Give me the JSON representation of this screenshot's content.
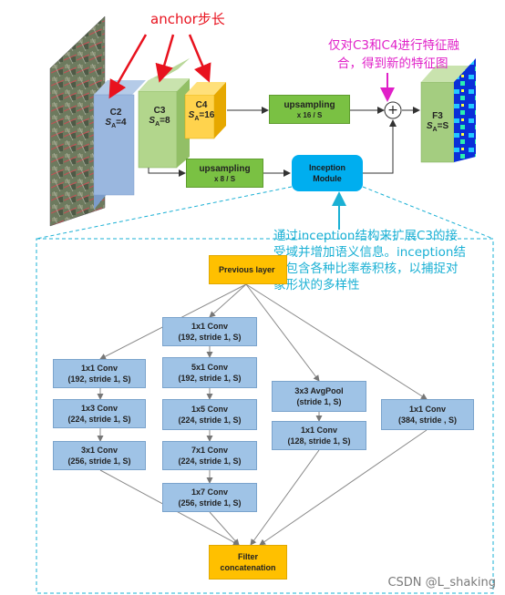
{
  "annotations": {
    "anchor_label": "anchor步长",
    "fusion_note": [
      "仅对C3和C4进行特征融",
      "合，得到新的特征图"
    ],
    "inception_note": [
      "通过inception结构来扩展C3的接",
      "受域并增加语义信息。inception结",
      "构包含各种比率卷积核，以捕捉对",
      "象形状的多样性"
    ]
  },
  "pyramid": {
    "c2": {
      "name": "C2",
      "stride": "S",
      "sub": "A",
      "val": "=4"
    },
    "c3": {
      "name": "C3",
      "stride": "S",
      "sub": "A",
      "val": "=8"
    },
    "c4": {
      "name": "C4",
      "stride": "S",
      "sub": "A",
      "val": "=16"
    },
    "f3": {
      "name": "F3",
      "stride": "S",
      "sub": "A",
      "val": "=S"
    }
  },
  "blocks": {
    "upsampling_top": {
      "title": "upsampling",
      "sub": "x 16 / S"
    },
    "upsampling_bottom": {
      "title": "upsampling",
      "sub": "x 8 / S"
    },
    "inception_module": {
      "line1": "Inception",
      "line2": "Module"
    },
    "plus_symbol": "+"
  },
  "inception_detail": {
    "previous_layer": "Previous layer",
    "filter_concat": {
      "line1": "Filter",
      "line2": "concatenation"
    },
    "branch1": [
      {
        "title": "1x1 Conv",
        "sub": "(192, stride 1, S)"
      },
      {
        "title": "1x3 Conv",
        "sub": "(224, stride 1, S)"
      },
      {
        "title": "3x1 Conv",
        "sub": "(256, stride 1, S)"
      }
    ],
    "branch2": [
      {
        "title": "1x1 Conv",
        "sub": "(192, stride 1, S)"
      },
      {
        "title": "5x1 Conv",
        "sub": "(192, stride 1, S)"
      },
      {
        "title": "1x5 Conv",
        "sub": "(224, stride 1, S)"
      },
      {
        "title": "7x1 Conv",
        "sub": "(224, stride 1, S)"
      },
      {
        "title": "1x7 Conv",
        "sub": "(256, stride 1, S)"
      }
    ],
    "branch3": [
      {
        "title": "3x3 AvgPool",
        "sub": "(stride 1, S)"
      },
      {
        "title": "1x1 Conv",
        "sub": "(128, stride 1, S)"
      }
    ],
    "branch4": [
      {
        "title": "1x1 Conv",
        "sub": "(384, stride , S)"
      }
    ]
  },
  "watermark": "CSDN @L_shaking",
  "colors": {
    "annotation_red": "#e8121e",
    "annotation_magenta": "#e020c8",
    "annotation_cyan": "#1ab0d4",
    "block_blue": "#9fc3e6",
    "block_orange": "#ffc000",
    "block_green": "#7ac143"
  }
}
